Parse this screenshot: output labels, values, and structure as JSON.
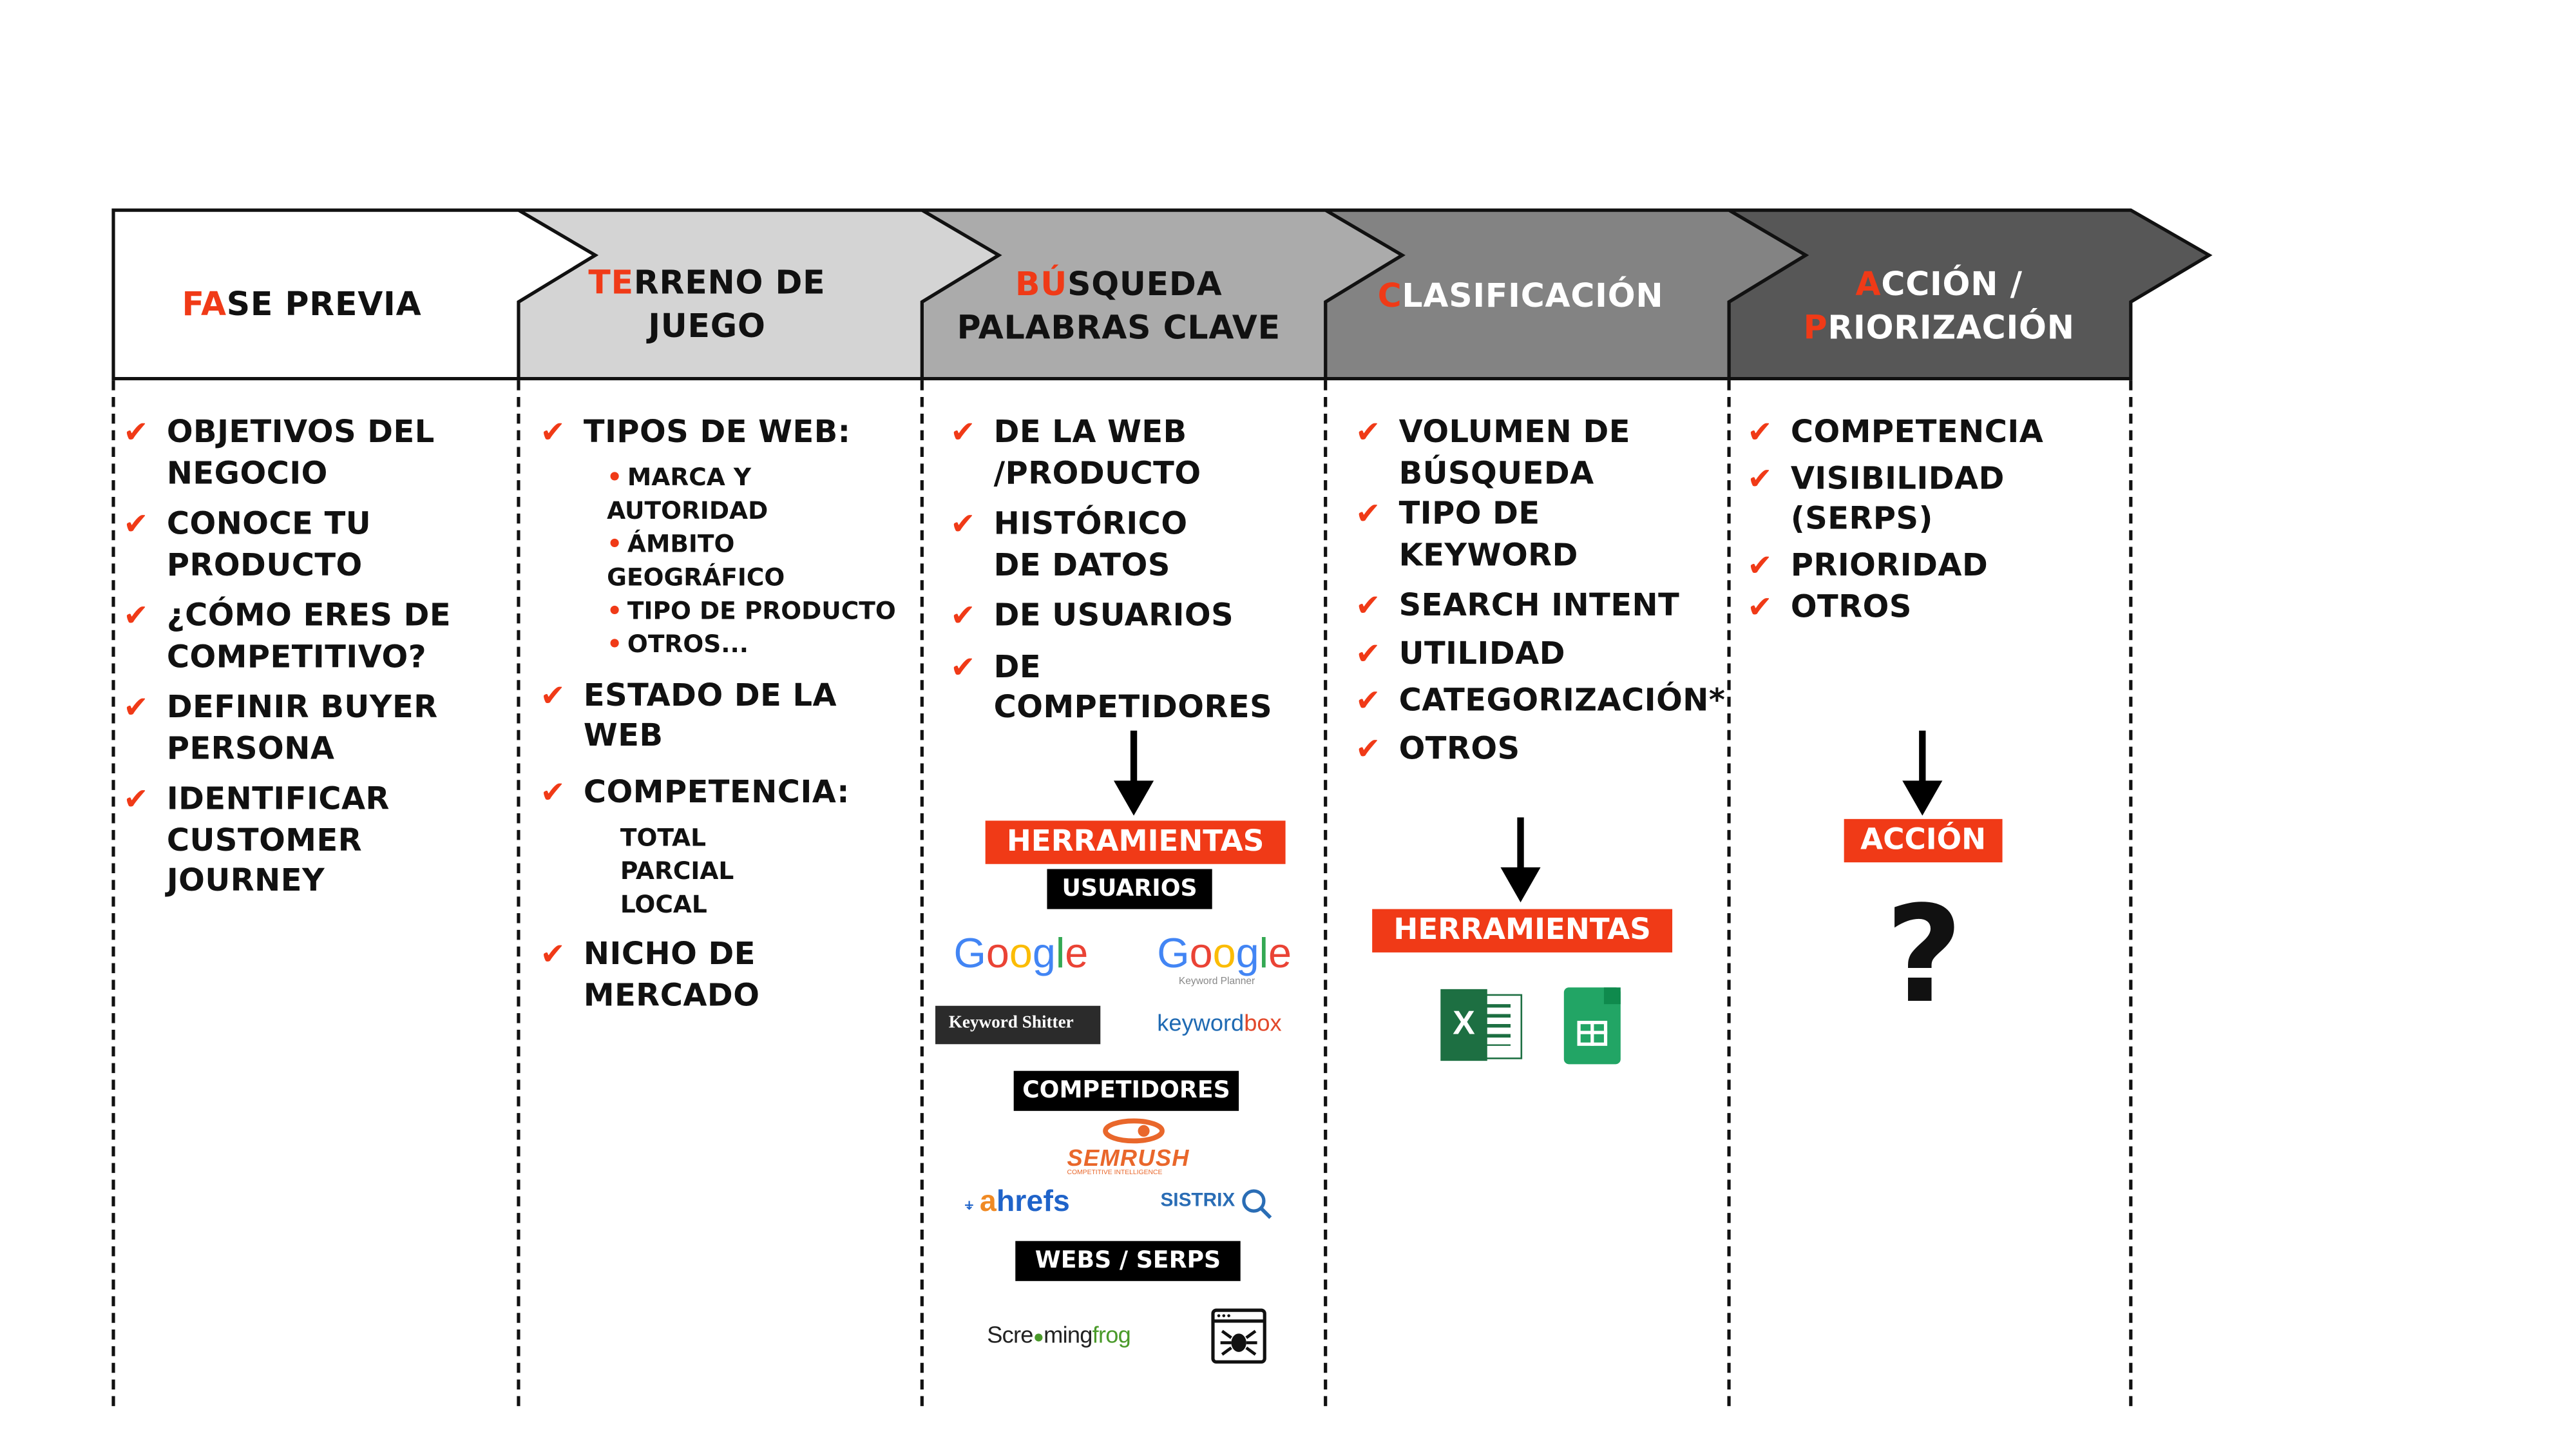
{
  "phases": [
    {
      "accent": "FA",
      "rest": "SE PREVIA"
    },
    {
      "line1_accent": "TE",
      "line1_rest": "RRENO DE",
      "line2": "JUEGO"
    },
    {
      "line1_accent": "BÚ",
      "line1_rest": "SQUEDA",
      "line2": "PALABRAS CLAVE"
    },
    {
      "accent": "C",
      "rest": "LASIFICACIÓN"
    },
    {
      "line1_accent": "A",
      "line1_rest": "CCIÓN /",
      "line2_accent": "P",
      "line2_rest": "RIORIZACIÓN"
    }
  ],
  "col1": {
    "items": [
      [
        "OBJETIVOS DEL",
        "NEGOCIO"
      ],
      [
        "CONOCE TU",
        "PRODUCTO"
      ],
      [
        "¿CÓMO ERES DE",
        "COMPETITIVO?"
      ],
      [
        "DEFINIR BUYER",
        "PERSONA"
      ],
      [
        "IDENTIFICAR",
        "CUSTOMER JOURNEY"
      ]
    ]
  },
  "col2": {
    "tipos": "TIPOS DE WEB:",
    "tipos_sub": [
      "MARCA Y AUTORIDAD",
      "ÁMBITO GEOGRÁFICO",
      "TIPO DE PRODUCTO",
      "OTROS..."
    ],
    "estado": "ESTADO DE LA WEB",
    "competencia": "COMPETENCIA:",
    "competencia_sub": [
      "TOTAL",
      "PARCIAL",
      "LOCAL"
    ],
    "nicho": "NICHO DE MERCADO"
  },
  "col3": {
    "items": [
      [
        "DE LA WEB",
        "/PRODUCTO"
      ],
      [
        "HISTÓRICO",
        "DE DATOS"
      ],
      [
        "DE USUARIOS"
      ],
      [
        "DE COMPETIDORES"
      ]
    ],
    "herramientas": "HERRAMIENTAS",
    "usuarios": "USUARIOS",
    "competidores": "COMPETIDORES",
    "webs": "WEBS / SERPS",
    "logos": {
      "google": "Google",
      "google_kp": "Google",
      "kp_sub": "Keyword Planner",
      "shitter": "Keyword Shitter",
      "keywordbox_a": "keyword",
      "keywordbox_b": "box",
      "semrush": "SEMRUSH",
      "semrush_sub": "COMPETITIVE INTELLIGENCE",
      "ahrefs_a": "a",
      "ahrefs_b": "hrefs",
      "sistrix": "SISTRIX",
      "screaming_a": "Scre",
      "screaming_b": "ming",
      "screaming_c": "frog"
    }
  },
  "col4": {
    "items": [
      [
        "VOLUMEN DE",
        "BÚSQUEDA"
      ],
      [
        "TIPO DE",
        "KEYWORD"
      ],
      [
        "SEARCH INTENT"
      ],
      [
        "UTILIDAD"
      ],
      [
        "CATEGORIZACIÓN*"
      ],
      [
        "OTROS"
      ]
    ],
    "herramientas": "HERRAMIENTAS",
    "excel_letter": "X"
  },
  "col5": {
    "items": [
      [
        "COMPETENCIA"
      ],
      [
        "VISIBILIDAD (SERPS)"
      ],
      [
        "PRIORIDAD"
      ],
      [
        "OTROS"
      ]
    ],
    "accion": "ACCIÓN",
    "question": "?"
  },
  "colors": {
    "accent": "#f03a17",
    "phase2": "#d4d4d4",
    "phase3": "#ababab",
    "phase4": "#838383",
    "phase5": "#575757"
  }
}
